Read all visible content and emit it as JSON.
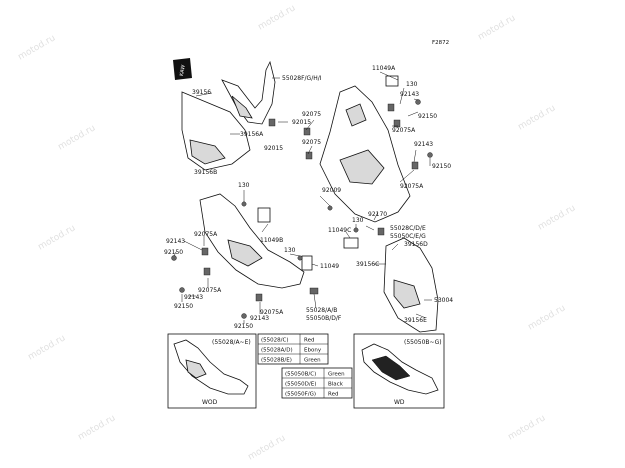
{
  "diagram_code": "F2872",
  "watermark_text": "motod.ru",
  "callouts": {
    "p55028f": "55028F/G/H/I",
    "p11049a": "11049A",
    "p130a": "130",
    "p92143a": "92143",
    "p92150a": "92150",
    "p39156": "39156",
    "p92015a": "92015",
    "p39156a": "39156A",
    "p92075a": "92075",
    "p92015b": "92015",
    "p92075b": "92075",
    "p92075c": "92075A",
    "p92143b": "92143",
    "p92150b": "92150",
    "p39156b": "39156B",
    "p92009": "92009",
    "p92075d": "92075A",
    "p130b": "130",
    "p11049b": "11049B",
    "p92170": "92170",
    "p55028c": "55028C/D/E",
    "p55050c": "55050C/E/G",
    "p130c": "130",
    "p11049c": "11049C",
    "p39156d": "39156D",
    "p92075e": "92075A",
    "p92143c": "92143",
    "p92150c": "92150",
    "p130d": "130",
    "p11049d": "11049",
    "p39156c": "39156C",
    "p92075f": "92075A",
    "p92143d": "92143",
    "p55028a": "55028/A/B",
    "p55050b": "55050B/D/F",
    "p53004": "53004",
    "p92150d": "92150",
    "p92143e": "92143",
    "p92075g": "92075A",
    "p92150e": "92150",
    "p39156e": "39156E"
  },
  "legend_left": {
    "inset_label": "(55028/A~E)",
    "rows": [
      {
        "code": "(55028/C)",
        "color": "Red"
      },
      {
        "code": "(55028A/D)",
        "color": "Ebony"
      },
      {
        "code": "(55028B/E)",
        "color": "Green"
      }
    ],
    "caption": "WOD"
  },
  "legend_right": {
    "inset_label": "(55050B~G)",
    "rows": [
      {
        "code": "(55050B/C)",
        "color": "Green"
      },
      {
        "code": "(55050D/E)",
        "color": "Black"
      },
      {
        "code": "(55050F/G)",
        "color": "Red"
      }
    ],
    "caption": "WD"
  },
  "side_tag": "KAW"
}
